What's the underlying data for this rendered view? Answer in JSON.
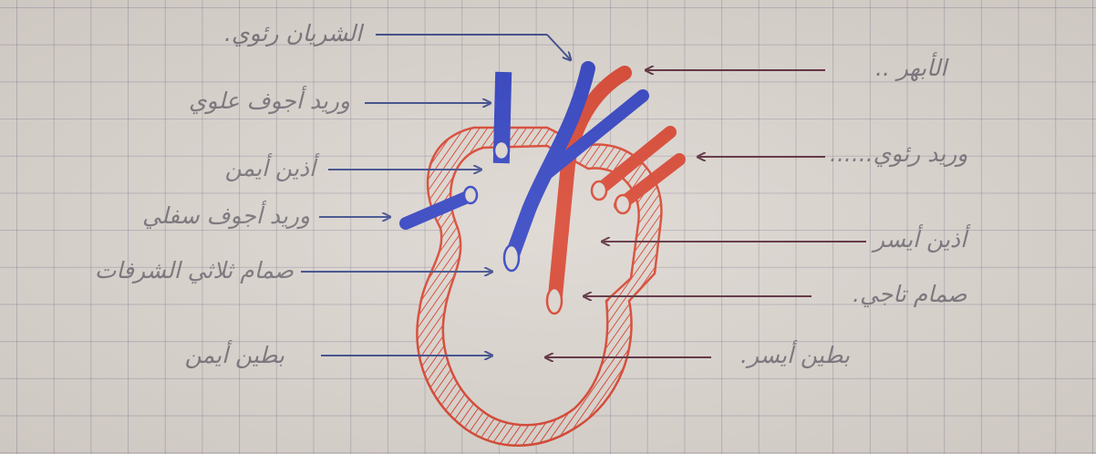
{
  "diagram": {
    "labels_left": {
      "pulmonary_artery": "الشريان رئوي.",
      "superior_vena_cava": "وريد أجوف علوي",
      "right_atrium": "أذين أيمن",
      "inferior_vena_cava": "وريد أجوف سفلي",
      "tricuspid_valve": "صمام ثلاثي الشرفات",
      "right_ventricle": "بطين أيمن"
    },
    "labels_right": {
      "aorta": "الأبهر ..",
      "pulmonary_vein": "وريد رئوي......",
      "left_atrium": "أذين أيسر",
      "mitral_valve": "صمام تاجي.",
      "left_ventricle": "بطين أيسر."
    },
    "colors": {
      "paper": "#dcd6d0",
      "grid": "#8a829c",
      "ink_label": "#77737a",
      "arrow_ink": "#3a4a8a",
      "oxygenated_red": "#d8432e",
      "deoxygenated_blue": "#2e3fc0",
      "septum_grey": "#a9a39f"
    }
  }
}
